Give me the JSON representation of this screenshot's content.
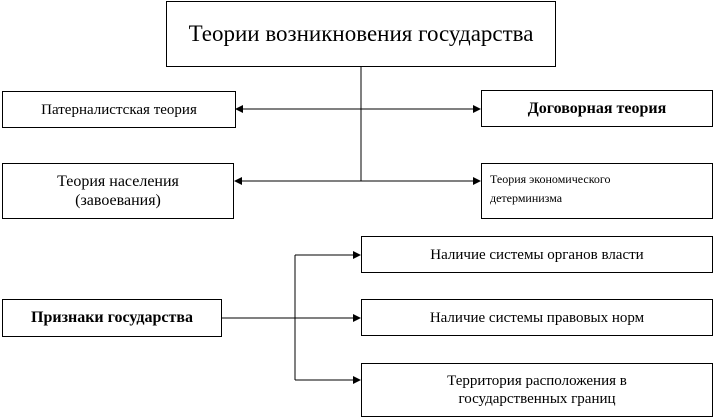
{
  "theories": {
    "title": "Теории возникновения государства",
    "paternalist": "Патерналистская теория",
    "contract": "Договорная теория",
    "population": "Теория населения (завоевания)",
    "economic": "Теория экономического детерминизма"
  },
  "signs": {
    "title": "Признаки государства",
    "items": [
      "Наличие системы органов власти",
      "Наличие системы правовых норм",
      "Территория расположения в государственных границ"
    ]
  }
}
